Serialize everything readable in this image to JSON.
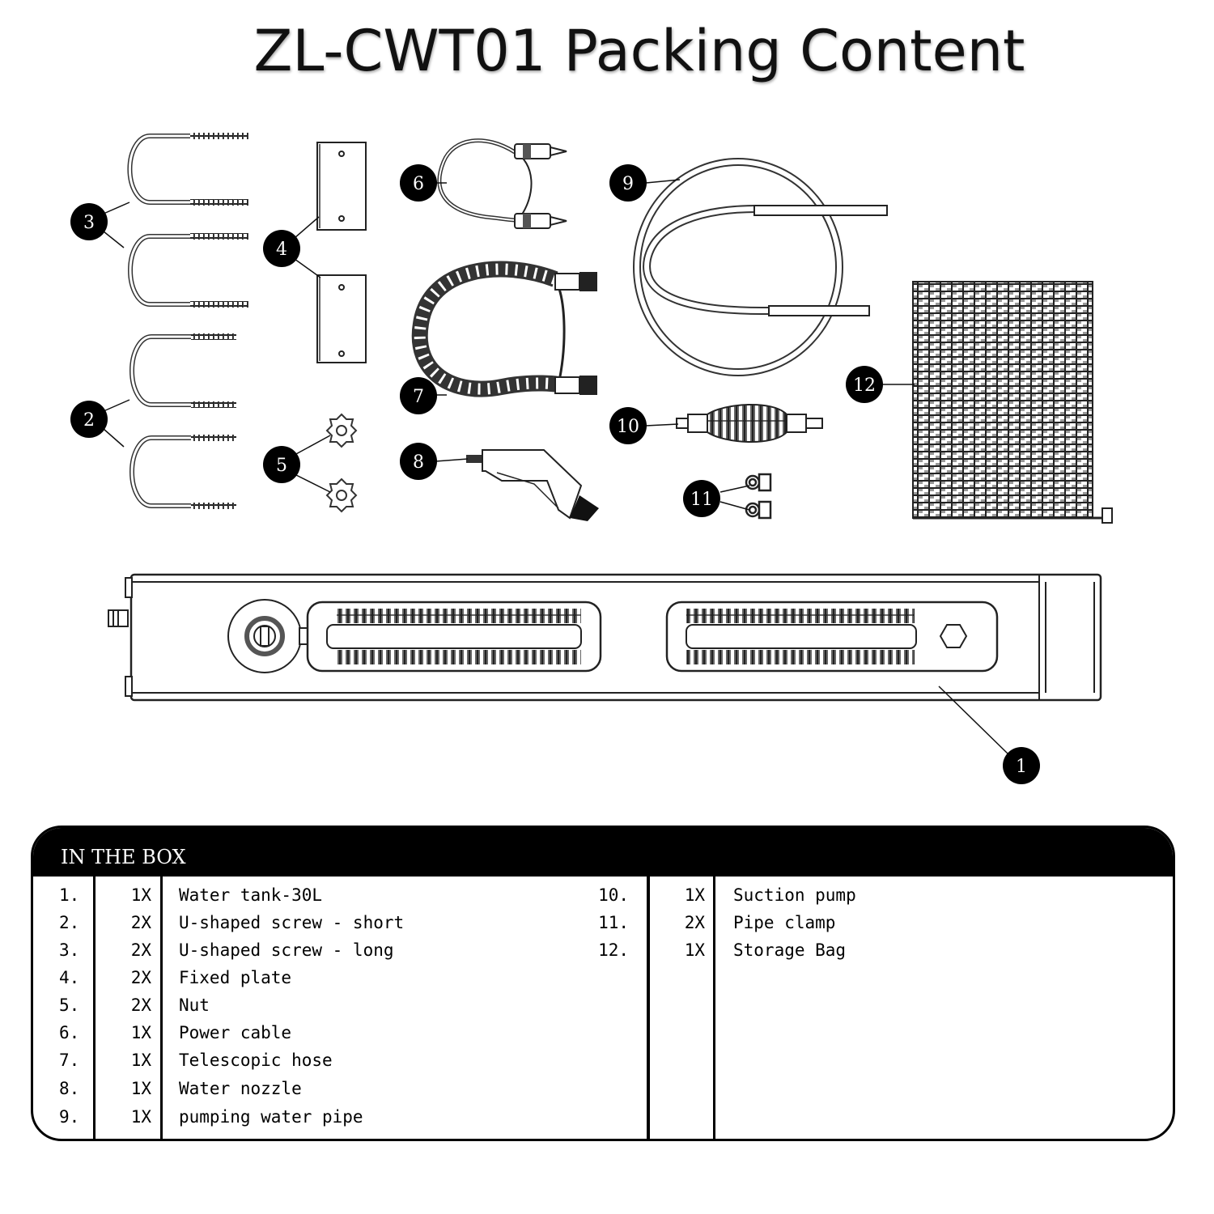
{
  "title": "ZL-CWT01 Packing Content",
  "callouts": [
    "1",
    "2",
    "3",
    "4",
    "5",
    "6",
    "7",
    "8",
    "9",
    "10",
    "11",
    "12"
  ],
  "table": {
    "header": "IN THE BOX",
    "left_items": [
      {
        "num": "1.",
        "qty": "1X",
        "name": "Water tank-30L"
      },
      {
        "num": "2.",
        "qty": "2X",
        "name": "U-shaped screw - short"
      },
      {
        "num": "3.",
        "qty": "2X",
        "name": "U-shaped screw - long"
      },
      {
        "num": "4.",
        "qty": "2X",
        "name": "Fixed plate"
      },
      {
        "num": "5.",
        "qty": "2X",
        "name": "Nut"
      },
      {
        "num": "6.",
        "qty": "1X",
        "name": "Power cable"
      },
      {
        "num": "7.",
        "qty": "1X",
        "name": "Telescopic hose"
      },
      {
        "num": "8.",
        "qty": "1X",
        "name": "Water nozzle"
      },
      {
        "num": "9.",
        "qty": "1X",
        "name": "pumping water pipe"
      }
    ],
    "right_items": [
      {
        "num": "10.",
        "qty": "1X",
        "name": "Suction pump"
      },
      {
        "num": "11.",
        "qty": "2X",
        "name": "Pipe clamp"
      },
      {
        "num": "12.",
        "qty": "1X",
        "name": "Storage Bag"
      }
    ]
  }
}
